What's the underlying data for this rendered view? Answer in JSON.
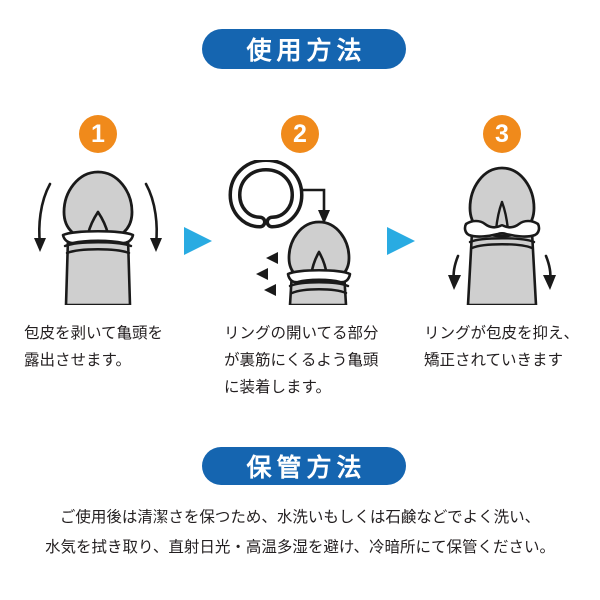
{
  "document": {
    "background_color": "#ffffff",
    "accent_blue": "#1565b0",
    "accent_orange": "#f08a1b",
    "arrow_blue": "#29abe2",
    "text_color": "#231f20"
  },
  "usage_section": {
    "badge_label": "使用方法",
    "steps": [
      {
        "number": "1",
        "caption": "包皮を剥いて亀頭を\n露出させます。",
        "illustration": "foreskin-retracted-glans-exposed-with-down-arrows"
      },
      {
        "number": "2",
        "caption": "リングの開いてる部分\nが裏筋にくるよう亀頭\nに装着します。",
        "illustration": "c-ring-being-placed-onto-glans-with-down-arrow"
      },
      {
        "number": "3",
        "caption": "リングが包皮を抑え、\n矯正されていきます",
        "illustration": "ring-holding-foreskin-with-down-arrows"
      }
    ],
    "progress_arrows": [
      "blue-triangle-right",
      "blue-triangle-right"
    ]
  },
  "storage_section": {
    "badge_label": "保管方法",
    "body": "ご使用後は清潔さを保つため、水洗いもしくは石鹸などでよく洗い、\n水気を拭き取り、直射日光・高温多湿を避け、冷暗所にて保管ください。"
  }
}
